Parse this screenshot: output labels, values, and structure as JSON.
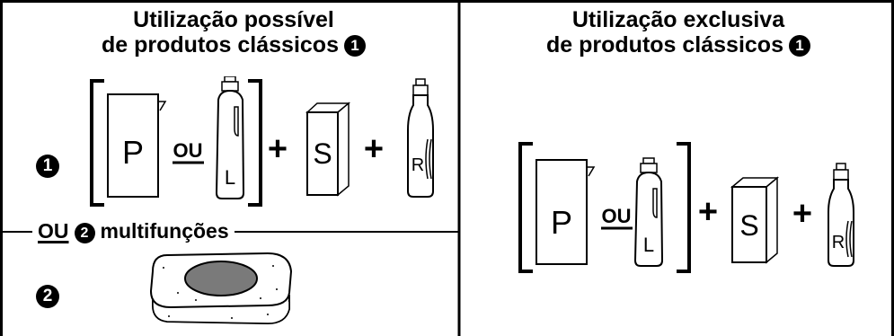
{
  "left": {
    "title_line1": "Utilização possível",
    "title_line2": "de produtos clássicos",
    "title_number": "❶",
    "row1_number": "❶",
    "row2_number": "❷",
    "separator_or": "OU",
    "separator_number": "❷",
    "separator_text": "multifunções"
  },
  "right": {
    "title_line1": "Utilização exclusiva",
    "title_line2": "de produtos clássicos",
    "title_number": "❶"
  },
  "products": {
    "powder": "P",
    "or": "OU",
    "liquid": "L",
    "plus": "+",
    "salt": "S",
    "rinse": "R"
  }
}
